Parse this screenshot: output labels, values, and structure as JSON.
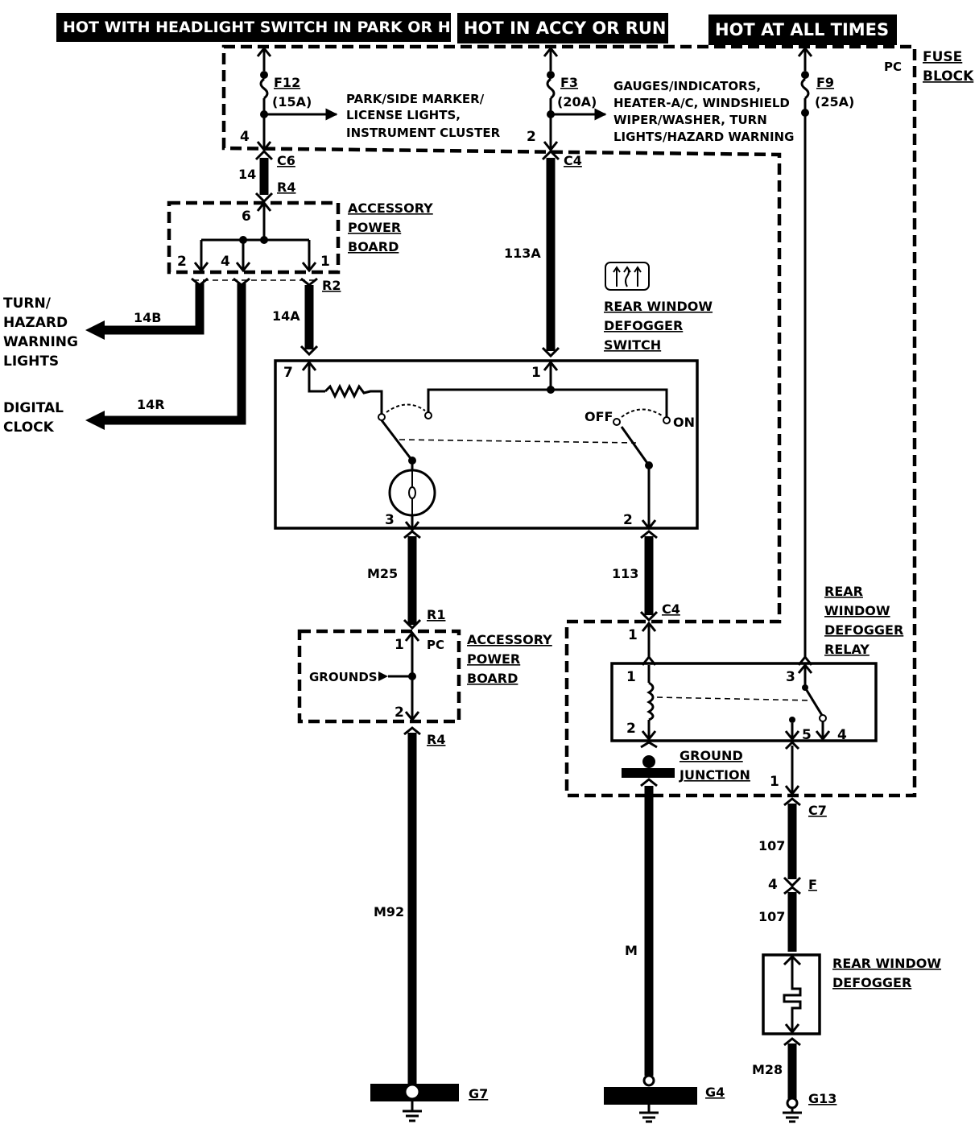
{
  "headers": {
    "park_or_head": "HOT WITH HEADLIGHT SWITCH IN PARK OR HEAD",
    "accy_or_run": "HOT IN ACCY OR RUN",
    "all_times": "HOT AT ALL TIMES"
  },
  "fuse_block": {
    "label_line1": "FUSE",
    "label_line2": "BLOCK",
    "pc": "PC",
    "fuses": [
      {
        "name": "F12",
        "rating": "(15A)",
        "pin": "4",
        "connector": "C6"
      },
      {
        "name": "F3",
        "rating": "(20A)",
        "pin": "2",
        "connector": "C4"
      },
      {
        "name": "F9",
        "rating": "(25A)"
      }
    ],
    "f12_feeds": [
      "PARK/SIDE MARKER/",
      "LICENSE LIGHTS,",
      "INSTRUMENT CLUSTER"
    ],
    "f3_feeds": [
      "GAUGES/INDICATORS,",
      "HEATER-A/C, WINDSHIELD",
      "WIPER/WASHER, TURN",
      "LIGHTS/HAZARD WARNING"
    ]
  },
  "accessory_board_top": {
    "label": [
      "ACCESSORY",
      "POWER",
      "BOARD"
    ],
    "pin_in": "6",
    "pins": [
      "2",
      "4",
      "1"
    ],
    "connector_in": "R4",
    "connector_out": "R2"
  },
  "wires": {
    "w14": "14",
    "w113a": "113A",
    "w14a": "14A",
    "w14b": "14B",
    "w14r": "14R",
    "m25": "M25",
    "w113": "113",
    "m92": "M92",
    "m": "M",
    "w107a": "107",
    "w107b": "107",
    "m28": "M28"
  },
  "outputs": {
    "turn_hazard": [
      "TURN/",
      "HAZARD",
      "WARNING",
      "LIGHTS"
    ],
    "digital_clock": [
      "DIGITAL",
      "CLOCK"
    ]
  },
  "defogger_switch": {
    "label": [
      "REAR WINDOW",
      "DEFOGGER",
      "SWITCH"
    ],
    "pin7": "7",
    "pin1": "1",
    "pin3": "3",
    "pin2": "2",
    "off": "OFF",
    "on": "ON"
  },
  "accessory_board_bottom": {
    "label": [
      "ACCESSORY",
      "POWER",
      "BOARD"
    ],
    "connector_in": "R1",
    "connector_out": "R4",
    "pin1": "1",
    "pin2": "2",
    "pc": "PC",
    "grounds": "GROUNDS"
  },
  "relay": {
    "label": [
      "REAR",
      "WINDOW",
      "DEFOGGER",
      "RELAY"
    ],
    "connector": "C4",
    "pc_pin1": "1",
    "pin1": "1",
    "pin2": "2",
    "pin3": "3",
    "pin4": "4",
    "pin5": "5",
    "out_pin": "1",
    "ground_junction": [
      "GROUND",
      "JUNCTION"
    ]
  },
  "defogger_circuit": {
    "connector_c7": "C7",
    "connector_f": "F",
    "connector_f_pin": "4",
    "element_label": [
      "REAR WINDOW",
      "DEFOGGER"
    ]
  },
  "grounds": {
    "g7": "G7",
    "g4": "G4",
    "g13": "G13"
  }
}
